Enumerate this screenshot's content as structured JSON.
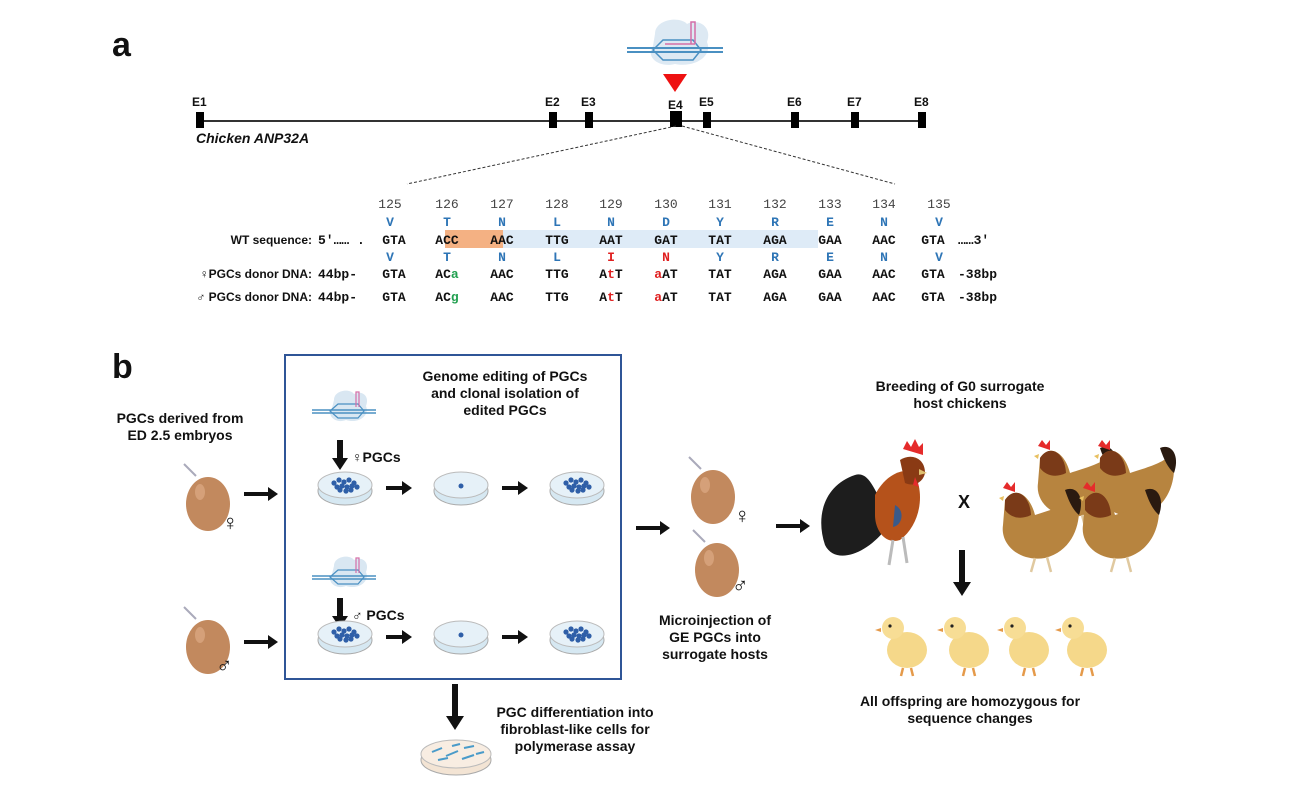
{
  "panel_a": {
    "label": "a",
    "gene_name": "Chicken ANP32A",
    "target_exon": "E4",
    "exons": [
      "E1",
      "E2",
      "E3",
      "E4",
      "E5",
      "E6",
      "E7",
      "E8"
    ],
    "codon_positions": [
      "125",
      "126",
      "127",
      "128",
      "129",
      "130",
      "131",
      "132",
      "133",
      "134",
      "135"
    ],
    "wt": {
      "label": "WT sequence:",
      "prefix": "5′…… .",
      "amino_acids": [
        "V",
        "T",
        "N",
        "L",
        "N",
        "D",
        "Y",
        "R",
        "E",
        "N",
        "V"
      ],
      "codons": [
        "GTA",
        "ACC",
        "AAC",
        "TTG",
        "AAT",
        "GAT",
        "TAT",
        "AGA",
        "GAA",
        "AAC",
        "GTA"
      ],
      "suffix": "……3′",
      "pam_highlight_color": "#f4b183",
      "guide_highlight_color": "#deebf7"
    },
    "donor_amino_acids": [
      "V",
      "T",
      "N",
      "L",
      "I",
      "N",
      "Y",
      "R",
      "E",
      "N",
      "V"
    ],
    "mutated_aa_indices": [
      4,
      5
    ],
    "female_donor": {
      "label": "♀PGCs donor DNA:",
      "prefix": "44bp-",
      "codons": [
        [
          {
            "t": "GTA"
          }
        ],
        [
          {
            "t": "AC"
          },
          {
            "t": "a",
            "c": "g"
          }
        ],
        [
          {
            "t": "AAC"
          }
        ],
        [
          {
            "t": "TTG"
          }
        ],
        [
          {
            "t": "A"
          },
          {
            "t": "t",
            "c": "r"
          },
          {
            "t": "T"
          }
        ],
        [
          {
            "t": "a",
            "c": "r"
          },
          {
            "t": "AT"
          }
        ],
        [
          {
            "t": "TAT"
          }
        ],
        [
          {
            "t": "AGA"
          }
        ],
        [
          {
            "t": "GAA"
          }
        ],
        [
          {
            "t": "AAC"
          }
        ],
        [
          {
            "t": "GTA"
          }
        ]
      ],
      "suffix": "-38bp"
    },
    "male_donor": {
      "label": "♂ PGCs donor DNA:",
      "prefix": "44bp-",
      "codons": [
        [
          {
            "t": "GTA"
          }
        ],
        [
          {
            "t": "AC"
          },
          {
            "t": "g",
            "c": "g"
          }
        ],
        [
          {
            "t": "AAC"
          }
        ],
        [
          {
            "t": "TTG"
          }
        ],
        [
          {
            "t": "A"
          },
          {
            "t": "t",
            "c": "r"
          },
          {
            "t": "T"
          }
        ],
        [
          {
            "t": "a",
            "c": "r"
          },
          {
            "t": "AT"
          }
        ],
        [
          {
            "t": "TAT"
          }
        ],
        [
          {
            "t": "AGA"
          }
        ],
        [
          {
            "t": "GAA"
          }
        ],
        [
          {
            "t": "AAC"
          }
        ],
        [
          {
            "t": "GTA"
          }
        ]
      ],
      "suffix": "-38bp"
    }
  },
  "panel_b": {
    "label": "b",
    "pgc_source_caption": [
      "PGCs derived from",
      "ED 2.5 embryos"
    ],
    "editing_caption": [
      "Genome editing of PGCs",
      "and clonal isolation of",
      "edited PGCs"
    ],
    "female_pgcs_label": "♀PGCs",
    "male_pgcs_label": "♂ PGCs",
    "differentiation_caption": [
      "PGC differentiation into",
      "fibroblast-like cells for",
      "polymerase assay"
    ],
    "microinjection_caption": [
      "Microinjection of",
      "GE PGCs into",
      "surrogate hosts"
    ],
    "breeding_caption": [
      "Breeding of G0 surrogate",
      "host chickens"
    ],
    "cross_symbol": "X",
    "offspring_caption": [
      "All offspring are homozygous for",
      "sequence changes"
    ],
    "female_symbol": "♀",
    "male_symbol": "♂",
    "box_color": "#2f5597"
  }
}
